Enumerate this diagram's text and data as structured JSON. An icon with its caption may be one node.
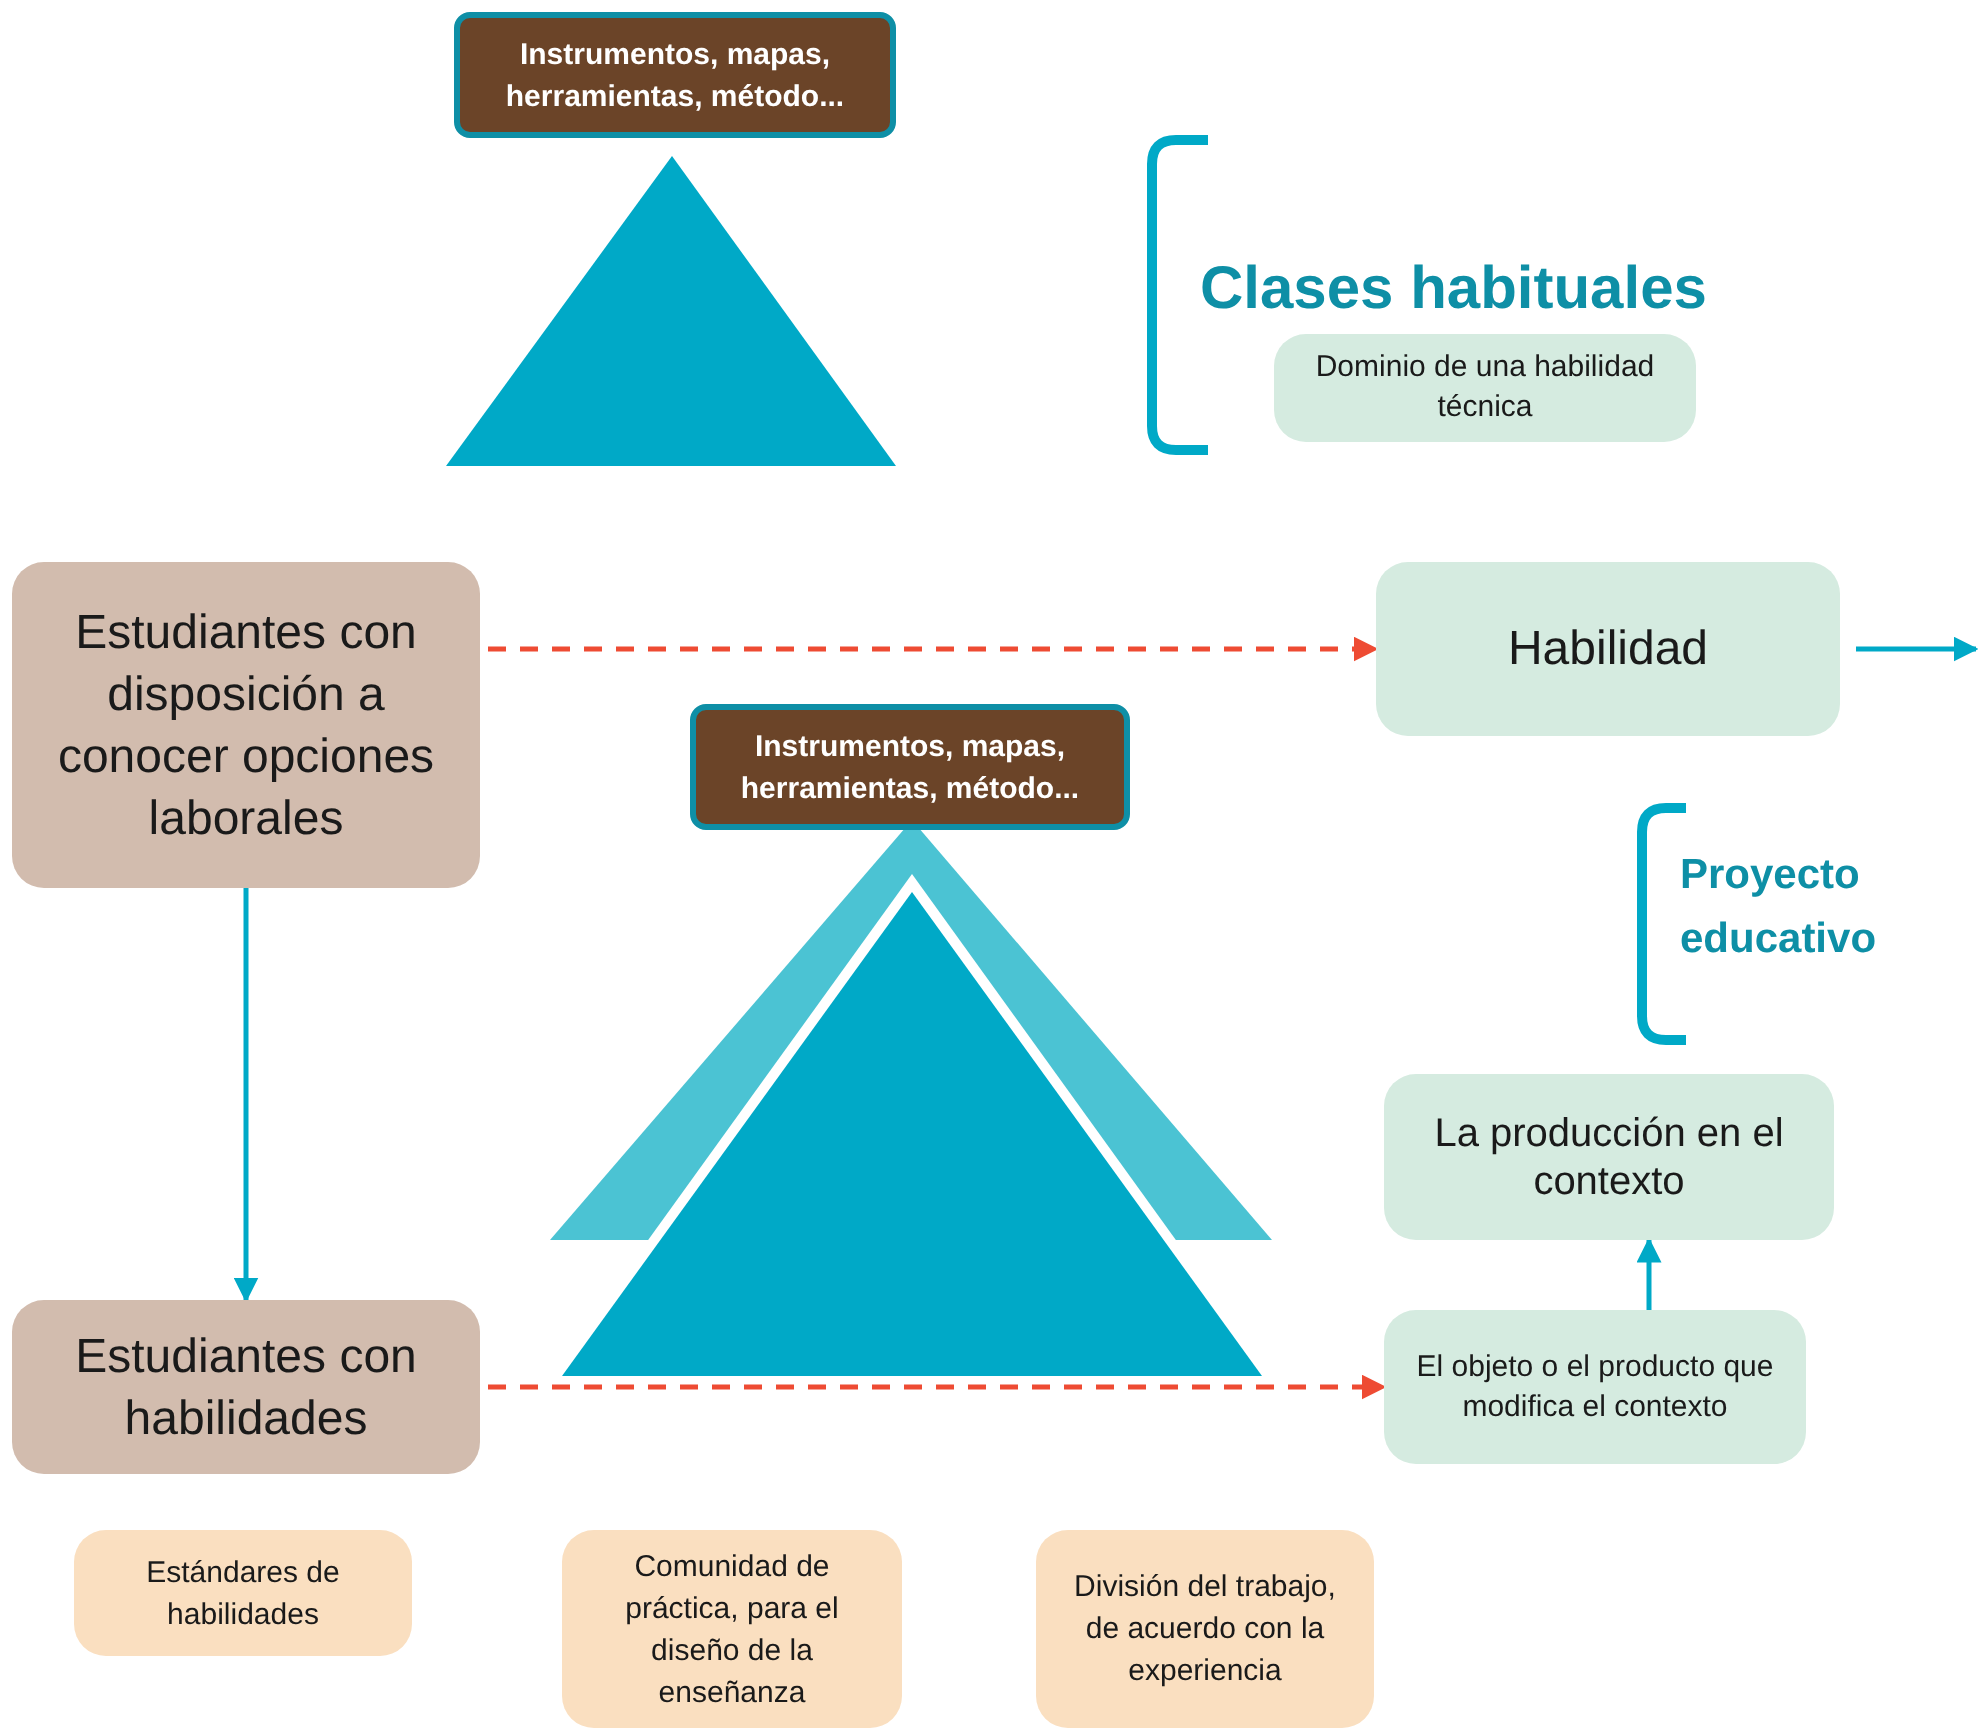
{
  "diagram": {
    "nodes": [
      {
        "text": [
          "Instrumentos, mapas, herramientas, método..."
        ]
      },
      {
        "text": [
          "Dominio de una habilidad técnica"
        ]
      },
      {
        "text": [
          "Estudiantes con disposición a conocer opciones laborales"
        ]
      },
      {
        "text": [
          "Habilidad"
        ]
      },
      {
        "text": [
          "Instrumentos, mapas, herramientas, método..."
        ]
      },
      {
        "text": [
          "La producción en el contexto"
        ]
      },
      {
        "text": [
          "Estudiantes con habilidades"
        ]
      },
      {
        "text": [
          "El objeto o el producto que modifica el contexto"
        ]
      },
      {
        "text": [
          "Estándares de habilidades"
        ]
      },
      {
        "text": [
          "Comunidad de práctica, para el diseño de la enseñanza"
        ]
      },
      {
        "text": [
          "División del trabajo, de acuerdo con la experiencia"
        ]
      }
    ],
    "edges": [
      {
        "from": 2,
        "to": 3,
        "arrow": "to",
        "style": "dashed",
        "color": "#ee4b33"
      },
      {
        "from": 3,
        "to": null,
        "arrow": "to"
      },
      {
        "from": 2,
        "to": 6,
        "arrow": "to"
      },
      {
        "from": 6,
        "to": 7,
        "arrow": "to",
        "style": "dashed",
        "color": "#ee4b33"
      },
      {
        "from": 7,
        "to": 5,
        "arrow": "to"
      }
    ],
    "labels": [
      "Clases habituales",
      "Proyecto educativo"
    ]
  }
}
